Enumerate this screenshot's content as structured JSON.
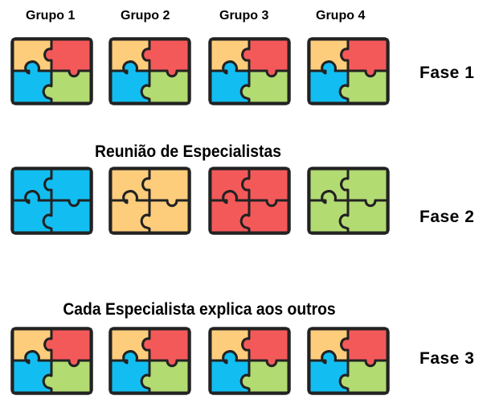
{
  "groups": [
    "Grupo 1",
    "Grupo 2",
    "Grupo 3",
    "Grupo 4"
  ],
  "phase2_title": "Reunião de Especialistas",
  "phase3_title": "Cada Especialista explica aos outros",
  "phases": [
    "Fase 1",
    "Fase 2",
    "Fase 3"
  ],
  "colors": {
    "orange": "#fdcd7c",
    "red": "#f4595a",
    "blue": "#12bef1",
    "green": "#b2db72",
    "outline": "#222222"
  },
  "rows": [
    {
      "type": "mixed",
      "colors_per_puzzle": [
        [
          "orange",
          "red",
          "blue",
          "green"
        ],
        [
          "orange",
          "red",
          "blue",
          "green"
        ],
        [
          "orange",
          "red",
          "blue",
          "green"
        ],
        [
          "orange",
          "red",
          "blue",
          "green"
        ]
      ]
    },
    {
      "type": "solid",
      "colors_per_puzzle": [
        [
          "blue",
          "blue",
          "blue",
          "blue"
        ],
        [
          "orange",
          "orange",
          "orange",
          "orange"
        ],
        [
          "red",
          "red",
          "red",
          "red"
        ],
        [
          "green",
          "green",
          "green",
          "green"
        ]
      ]
    },
    {
      "type": "mixed",
      "colors_per_puzzle": [
        [
          "orange",
          "red",
          "blue",
          "green"
        ],
        [
          "orange",
          "red",
          "blue",
          "green"
        ],
        [
          "orange",
          "red",
          "blue",
          "green"
        ],
        [
          "orange",
          "red",
          "blue",
          "green"
        ]
      ]
    }
  ]
}
